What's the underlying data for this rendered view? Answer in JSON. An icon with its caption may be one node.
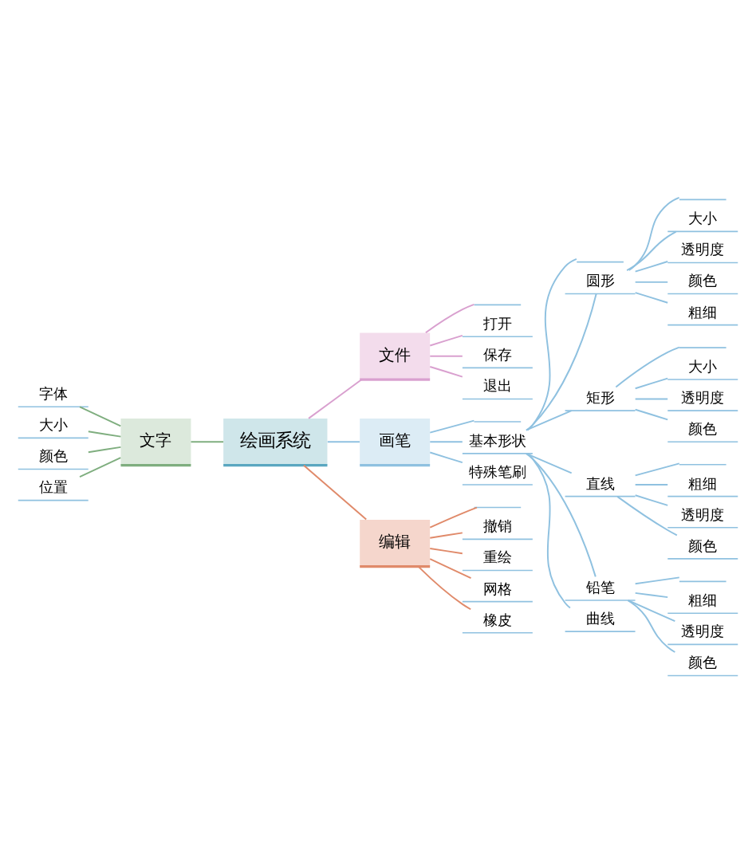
{
  "diagram": {
    "nodes": [
      {
        "text": [
          "绘画系统"
        ]
      },
      {
        "text": [
          "文件"
        ]
      },
      {
        "text": [],
        "shape": "line"
      },
      {
        "text": [
          "打开"
        ]
      },
      {
        "text": [
          "保存"
        ]
      },
      {
        "text": [
          "退出"
        ]
      },
      {
        "text": [
          "画笔"
        ]
      },
      {
        "text": [],
        "shape": "line"
      },
      {
        "text": [
          "基本形状"
        ]
      },
      {
        "text": [],
        "shape": "line"
      },
      {
        "text": [
          "圆形"
        ]
      },
      {
        "text": [],
        "shape": "line"
      },
      {
        "text": [
          "大小"
        ]
      },
      {
        "text": [
          "透明度"
        ]
      },
      {
        "text": [
          "颜色"
        ]
      },
      {
        "text": [
          "粗细"
        ]
      },
      {
        "text": [
          "矩形"
        ]
      },
      {
        "text": [],
        "shape": "line"
      },
      {
        "text": [
          "大小"
        ]
      },
      {
        "text": [
          "透明度"
        ]
      },
      {
        "text": [
          "颜色"
        ]
      },
      {
        "text": [
          "直线"
        ]
      },
      {
        "text": [],
        "shape": "line"
      },
      {
        "text": [
          "粗细"
        ]
      },
      {
        "text": [
          "透明度"
        ]
      },
      {
        "text": [
          "颜色"
        ]
      },
      {
        "text": [
          "铅笔"
        ]
      },
      {
        "text": [],
        "shape": "line"
      },
      {
        "text": [
          "粗细"
        ]
      },
      {
        "text": [
          "透明度"
        ]
      },
      {
        "text": [
          "颜色"
        ]
      },
      {
        "text": [
          "曲线"
        ]
      },
      {
        "text": [
          "特殊笔刷"
        ]
      },
      {
        "text": [
          "编辑"
        ]
      },
      {
        "text": [],
        "shape": "line"
      },
      {
        "text": [
          "撤销"
        ]
      },
      {
        "text": [
          "重绘"
        ]
      },
      {
        "text": [
          "网格"
        ]
      },
      {
        "text": [
          "橡皮"
        ]
      },
      {
        "text": [
          "文字"
        ]
      },
      {
        "text": [
          "字体"
        ]
      },
      {
        "text": [
          "大小"
        ]
      },
      {
        "text": [
          "颜色"
        ]
      },
      {
        "text": [
          "位置"
        ]
      }
    ],
    "edges": [
      {
        "from": 0,
        "to": 1,
        "arrow": "none",
        "color": "#d9a0cf"
      },
      {
        "from": 1,
        "to": 2,
        "arrow": "none",
        "color": "#d9a0cf"
      },
      {
        "from": 1,
        "to": 3,
        "arrow": "none",
        "color": "#d9a0cf"
      },
      {
        "from": 1,
        "to": 4,
        "arrow": "none",
        "color": "#d9a0cf"
      },
      {
        "from": 1,
        "to": 5,
        "arrow": "none",
        "color": "#d9a0cf"
      },
      {
        "from": 0,
        "to": 6,
        "arrow": "none"
      },
      {
        "from": 6,
        "to": 7,
        "arrow": "none"
      },
      {
        "from": 6,
        "to": 8,
        "arrow": "none"
      },
      {
        "from": 8,
        "to": 9,
        "arrow": "none"
      },
      {
        "from": 8,
        "to": 10,
        "arrow": "none"
      },
      {
        "from": 10,
        "to": 11,
        "arrow": "none"
      },
      {
        "from": 10,
        "to": 12,
        "arrow": "none"
      },
      {
        "from": 10,
        "to": 13,
        "arrow": "none"
      },
      {
        "from": 10,
        "to": 14,
        "arrow": "none"
      },
      {
        "from": 10,
        "to": 15,
        "arrow": "none"
      },
      {
        "from": 8,
        "to": 16,
        "arrow": "none"
      },
      {
        "from": 16,
        "to": 17,
        "arrow": "none"
      },
      {
        "from": 16,
        "to": 18,
        "arrow": "none"
      },
      {
        "from": 16,
        "to": 19,
        "arrow": "none"
      },
      {
        "from": 16,
        "to": 20,
        "arrow": "none"
      },
      {
        "from": 8,
        "to": 21,
        "arrow": "none"
      },
      {
        "from": 21,
        "to": 22,
        "arrow": "none"
      },
      {
        "from": 21,
        "to": 23,
        "arrow": "none"
      },
      {
        "from": 21,
        "to": 24,
        "arrow": "none"
      },
      {
        "from": 21,
        "to": 25,
        "arrow": "none"
      },
      {
        "from": 8,
        "to": 26,
        "arrow": "none"
      },
      {
        "from": 26,
        "to": 27,
        "arrow": "none"
      },
      {
        "from": 26,
        "to": 28,
        "arrow": "none"
      },
      {
        "from": 26,
        "to": 29,
        "arrow": "none"
      },
      {
        "from": 26,
        "to": 30,
        "arrow": "none"
      },
      {
        "from": 8,
        "to": 31,
        "arrow": "none"
      },
      {
        "from": 6,
        "to": 32,
        "arrow": "none"
      },
      {
        "from": 0,
        "to": 33,
        "arrow": "none",
        "color": "#e08a6a"
      },
      {
        "from": 33,
        "to": 34,
        "arrow": "none",
        "color": "#e08a6a"
      },
      {
        "from": 33,
        "to": 35,
        "arrow": "none",
        "color": "#e08a6a"
      },
      {
        "from": 33,
        "to": 36,
        "arrow": "none",
        "color": "#e08a6a"
      },
      {
        "from": 33,
        "to": 37,
        "arrow": "none",
        "color": "#e08a6a"
      },
      {
        "from": 33,
        "to": 38,
        "arrow": "none",
        "color": "#e08a6a"
      },
      {
        "from": 39,
        "to": 0,
        "arrow": "none",
        "color": "#7fae7f"
      },
      {
        "from": 40,
        "to": 39,
        "arrow": "none",
        "color": "#7fae7f"
      },
      {
        "from": 41,
        "to": 39,
        "arrow": "none",
        "color": "#7fae7f"
      },
      {
        "from": 42,
        "to": 39,
        "arrow": "none",
        "color": "#7fae7f"
      },
      {
        "from": 43,
        "to": 39,
        "arrow": "none",
        "color": "#7fae7f"
      }
    ]
  }
}
